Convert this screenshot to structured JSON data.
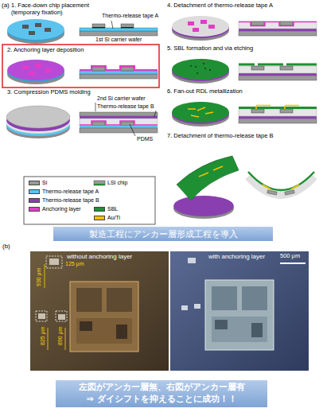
{
  "diagram": {
    "nodes": [
      {
        "text": [
          "製造工程にアンカー層形成工程を導入"
        ]
      },
      {
        "text": [
          "左図がアンカー層無、右図がアンカー層有",
          "⇒ ダイシフトを抑えることに成功！！"
        ]
      }
    ],
    "labels": [
      "(a)",
      "1. Face-down chip placement (temporary fixation)",
      "Thermo-release tape A",
      "1st Si carrier wafer",
      "2. Anchoring layer deposition",
      "3. Compression PDMS molding",
      "2nd Si carrier wafer",
      "Thermo-release tape B",
      "PDMS",
      "4. Detachment of thermo-release tape A",
      "5. SBL formation and via etching",
      "6. Fan-out RDL metallization",
      "7. Detachment of thermo-release tape B",
      "(b)",
      "without anchoring layer",
      "with anchoring layer",
      "500 μm",
      "930 μm",
      "125 μm",
      "825 μm",
      "890 μm"
    ],
    "legend": [
      {
        "text": "Si",
        "color": "#9a9a9a"
      },
      {
        "text": "LSI chip"
      },
      {
        "text": "Thermo-release tape A",
        "color": "#5cc3ee"
      },
      {
        "text": "Thermo-release tape B",
        "color": "#8a3fb0"
      },
      {
        "text": "Anchoring layer",
        "color": "#e23cc8"
      },
      {
        "text": "SBL",
        "color": "#1f8f33"
      },
      {
        "text": "Au/Ti",
        "color": "#f2c200"
      }
    ]
  }
}
